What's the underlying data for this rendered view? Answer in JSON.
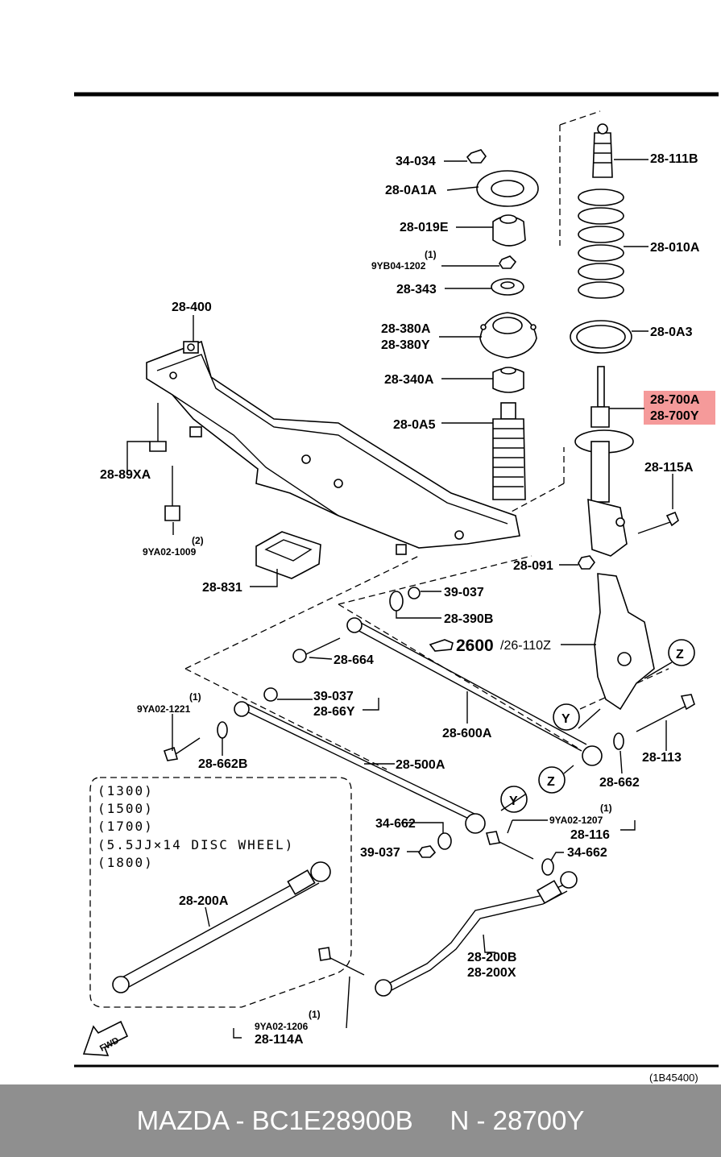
{
  "diagram": {
    "ref_code": "(1B45400)",
    "highlight_color": "#f59a9a",
    "labels": {
      "p34_034": "34-034",
      "p28_0A1A": "28-0A1A",
      "p28_019E": "28-019E",
      "p9YB04_q": "(1)",
      "p9YB04": "9YB04-1202",
      "p28_343": "28-343",
      "p28_380A": "28-380A",
      "p28_380Y": "28-380Y",
      "p28_340A": "28-340A",
      "p28_0A5": "28-0A5",
      "p28_111B": "28-111B",
      "p28_010A": "28-010A",
      "p28_0A3": "28-0A3",
      "p28_700A": "28-700A",
      "p28_700Y": "28-700Y",
      "p28_115A": "28-115A",
      "p28_091": "28-091",
      "p28_400": "28-400",
      "p28_89XA": "28-89XA",
      "p9YA02_1009_q": "(2)",
      "p9YA02_1009": "9YA02-1009",
      "p28_831": "28-831",
      "p39_037a": "39-037",
      "p28_390B": "28-390B",
      "p2600": "2600",
      "p26_110Z": "/26-110Z",
      "p28_664": "28-664",
      "p39_037b": "39-037",
      "p28_66Y": "28-66Y",
      "p9YA02_1221_q": "(1)",
      "p9YA02_1221": "9YA02-1221",
      "p28_662B": "28-662B",
      "p28_600A": "28-600A",
      "p28_500A": "28-500A",
      "p28_113": "28-113",
      "p28_662": "28-662",
      "p34_662a": "34-662",
      "p39_037c": "39-037",
      "p9YA02_1207_q": "(1)",
      "p9YA02_1207": "9YA02-1207",
      "p28_116": "28-116",
      "p34_662b": "34-662",
      "p28_200A": "28-200A",
      "p28_200B": "28-200B",
      "p28_200X": "28-200X",
      "p9YA02_1206_q": "(1)",
      "p9YA02_1206": "9YA02-1206",
      "p28_114A": "28-114A",
      "fwd": "FWD"
    },
    "callouts": {
      "y1": "Y",
      "y2": "Y",
      "z1": "Z",
      "z2": "Z"
    },
    "inset_lines": [
      "(1300)",
      "(1500)",
      "(1700)",
      "(5.5JJ×14 DISC WHEEL)",
      "(1800)"
    ]
  },
  "footer": {
    "text": "MAZDA - BC1E28900B     N - 28700Y"
  }
}
